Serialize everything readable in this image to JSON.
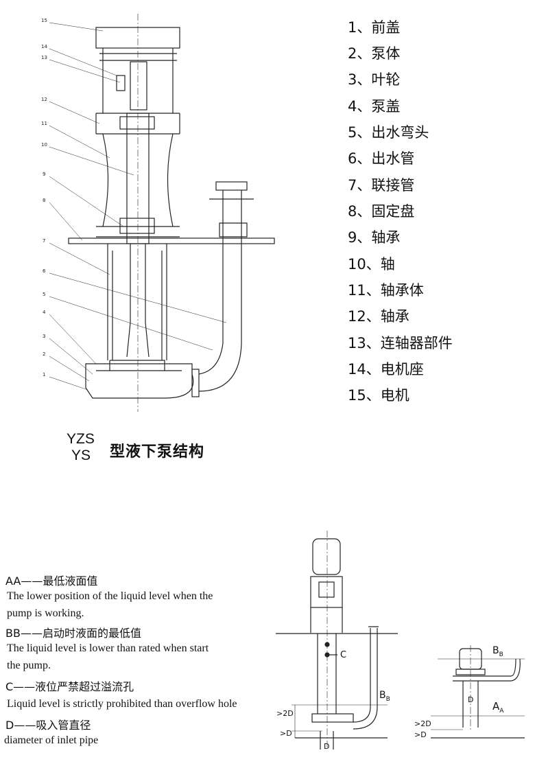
{
  "parts_legend": [
    "1、前盖",
    "2、泵体",
    "3、叶轮",
    "4、泵盖",
    "5、出水弯头",
    "6、出水管",
    "7、联接管",
    "8、固定盘",
    "9、轴承",
    "10、轴",
    "11、轴承体",
    "12、轴承",
    "13、连轴器部件",
    "14、电机座",
    "15、电机"
  ],
  "callouts": [
    "15",
    "14",
    "13",
    "12",
    "11",
    "10",
    "9",
    "8",
    "7",
    "6",
    "5",
    "4",
    "3",
    "2",
    "1"
  ],
  "title": {
    "model_line1": "YZS",
    "model_line2": "YS",
    "name": "型液下泵结构"
  },
  "notes": [
    {
      "cn": "AA——最低液面值",
      "en": "The lower position of the liquid level when the",
      "en2": "pump is working."
    },
    {
      "cn": "BB——启动时液面的最低值",
      "en": "The liquid level is lower than rated when start",
      "en2": "the pump."
    },
    {
      "cn": "C——液位严禁超过溢流孔",
      "en": "Liquid level is strictly prohibited than overflow hole"
    },
    {
      "cn": "D——吸入管直径",
      "en": "diameter of inlet pipe"
    }
  ],
  "install_labels": {
    "c": "C",
    "bb": "B",
    "bb_sub": "B",
    "aa": "A",
    "aa_sub": "A",
    "two_d": ">2D",
    "d_gap": ">D",
    "d": "D"
  }
}
